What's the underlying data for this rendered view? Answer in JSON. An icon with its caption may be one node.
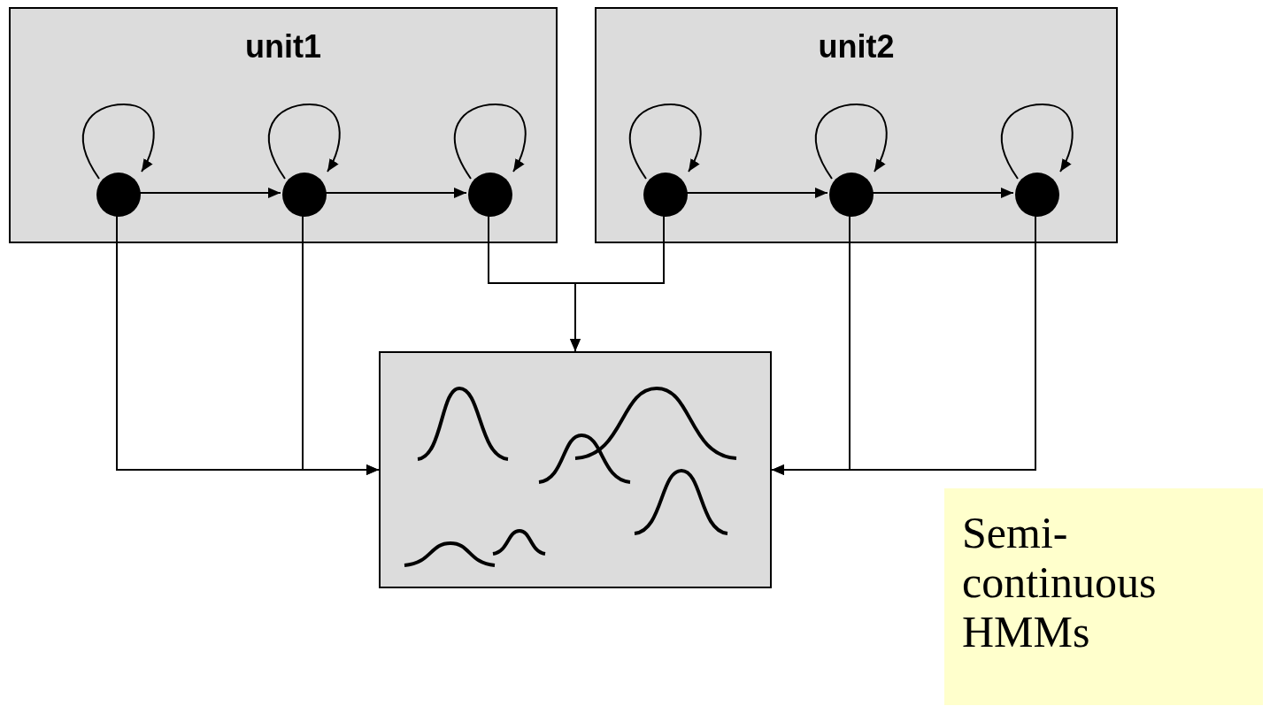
{
  "diagram": {
    "nodes": [
      {
        "text": [
          "unit1"
        ]
      },
      {
        "text": [],
        "shape": "circle",
        "in": 0
      },
      {
        "text": [],
        "shape": "circle",
        "in": 0
      },
      {
        "text": [],
        "shape": "circle",
        "in": 0
      },
      {
        "text": [
          "unit2"
        ]
      },
      {
        "text": [],
        "shape": "circle",
        "in": 4
      },
      {
        "text": [],
        "shape": "circle",
        "in": 4
      },
      {
        "text": [],
        "shape": "circle",
        "in": 4
      },
      {
        "text": [],
        "shape": "box"
      },
      {
        "text": [
          "Semi-continuous HMMs"
        ]
      }
    ],
    "edges": [
      {
        "from": 1,
        "to": 1,
        "arrow": "to"
      },
      {
        "from": 2,
        "to": 2,
        "arrow": "to"
      },
      {
        "from": 3,
        "to": 3,
        "arrow": "to"
      },
      {
        "from": 5,
        "to": 5,
        "arrow": "to"
      },
      {
        "from": 6,
        "to": 6,
        "arrow": "to"
      },
      {
        "from": 7,
        "to": 7,
        "arrow": "to"
      },
      {
        "from": 1,
        "to": 2,
        "arrow": "to"
      },
      {
        "from": 2,
        "to": 3,
        "arrow": "to"
      },
      {
        "from": 5,
        "to": 6,
        "arrow": "to"
      },
      {
        "from": 6,
        "to": 7,
        "arrow": "to"
      },
      {
        "from": 1,
        "to": 8,
        "arrow": "to"
      },
      {
        "from": 2,
        "to": 8,
        "arrow": "to"
      },
      {
        "from": 3,
        "to": 8,
        "arrow": "to"
      },
      {
        "from": 5,
        "to": 8,
        "arrow": "to"
      },
      {
        "from": 6,
        "to": 8,
        "arrow": "to"
      },
      {
        "from": 7,
        "to": 8,
        "arrow": "to"
      }
    ]
  }
}
